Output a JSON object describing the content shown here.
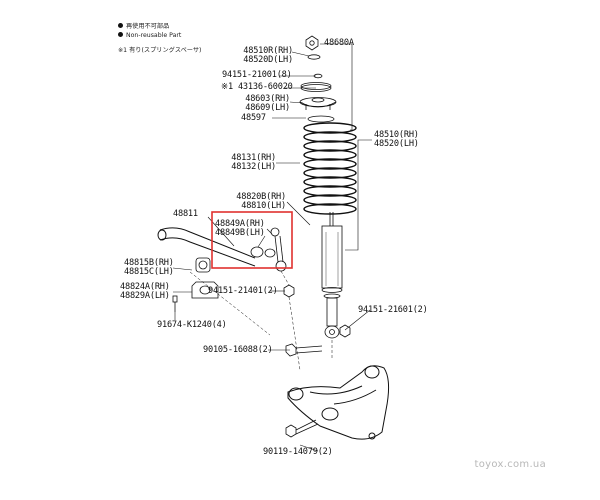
{
  "legend": {
    "nonreusable_jp": "再使用不可部品",
    "nonreusable_en": "Non-reusable Part",
    "note1": "※1 有り(スプリングスペーサ)"
  },
  "labels": {
    "p48680A": "48680A",
    "p48510R_top": "48510R(RH)",
    "p48520D": "48520D(LH)",
    "p94151_21001": "94151-21001(8)",
    "p43136": "※1 43136-60020",
    "p48603": "48603(RH)",
    "p48609": "48609(LH)",
    "p48597": "48597",
    "p48510": "48510(RH)",
    "p48520": "48520(LH)",
    "p48131": "48131(RH)",
    "p48132": "48132(LH)",
    "p48820B": "48820B(RH)",
    "p48810": "48810(LH)",
    "p48811": "48811",
    "p48849A": "48849A(RH)",
    "p48849B": "48849B(LH)",
    "p48815B": "48815B(RH)",
    "p48815C": "48815C(LH)",
    "p94151_21401": "94151-21401(2)",
    "p48824A": "48824A(RH)",
    "p48829A": "48829A(LH)",
    "p94151_21601": "94151-21601(2)",
    "p91674": "91674-K1240(4)",
    "p90105": "90105-16088(2)",
    "p90119": "90119-14079(2)"
  },
  "watermark": "toyox.com.ua",
  "colors": {
    "line": "#111111",
    "highlight": "#e0312f",
    "watermark": "#b8b8b8"
  }
}
